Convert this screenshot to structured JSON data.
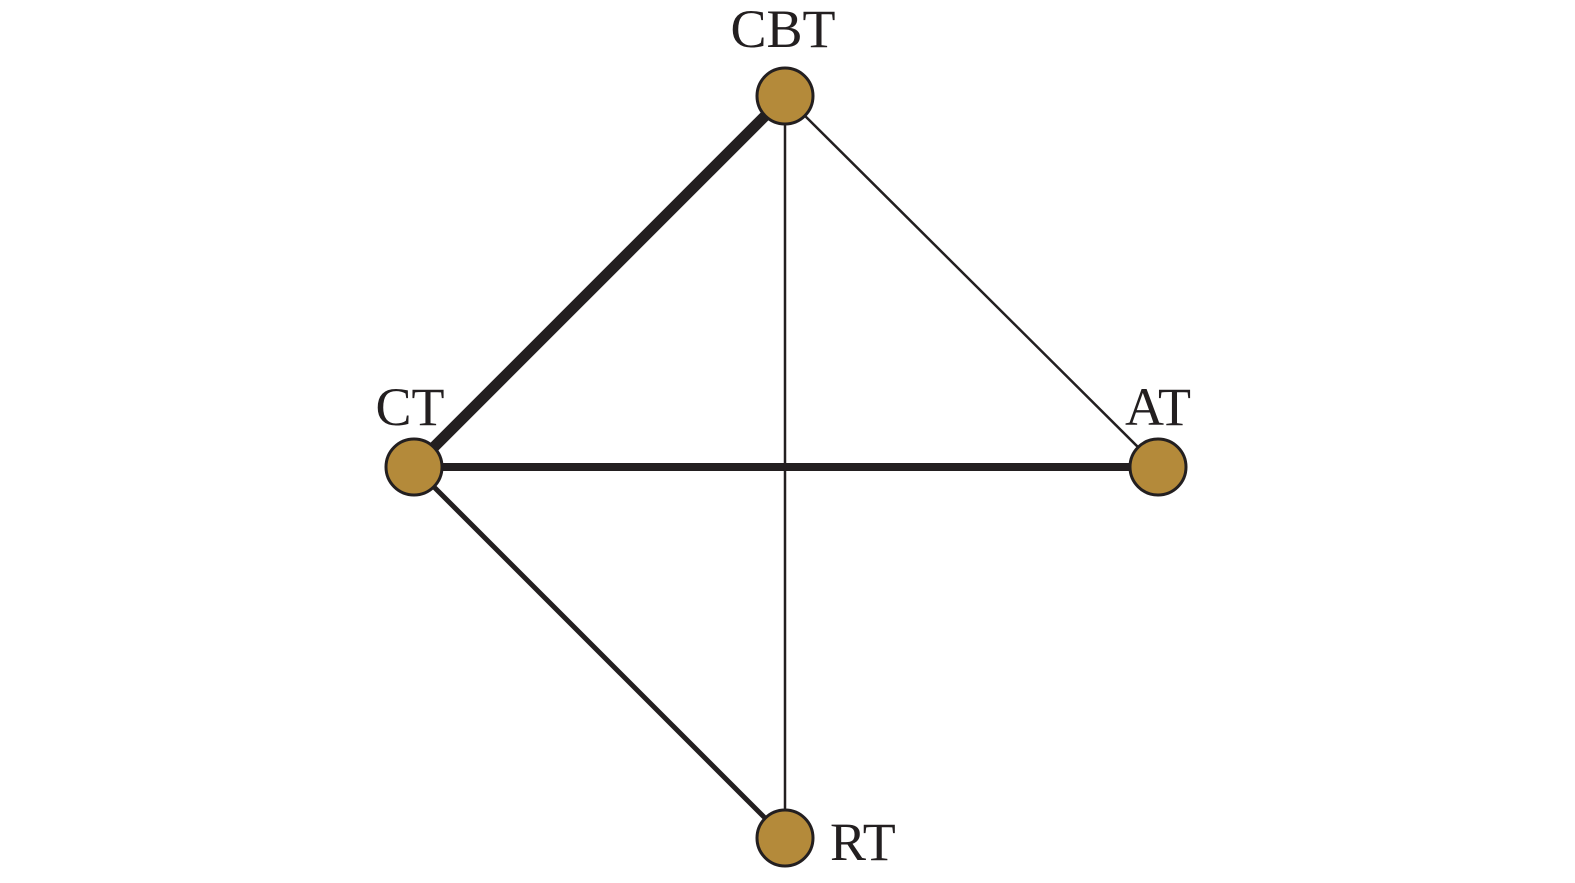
{
  "colors": {
    "node_fill": "#b48a3a",
    "edge": "#231f20",
    "text": "#231f20"
  },
  "nodes": [
    {
      "id": "CBT",
      "label": "CBT"
    },
    {
      "id": "CT",
      "label": "CT"
    },
    {
      "id": "AT",
      "label": "AT"
    },
    {
      "id": "RT",
      "label": "RT"
    }
  ],
  "edges": [
    {
      "source": "CBT",
      "target": "CT",
      "weight": "thick"
    },
    {
      "source": "CT",
      "target": "AT",
      "weight": "medium"
    },
    {
      "source": "CT",
      "target": "RT",
      "weight": "medium-thin"
    },
    {
      "source": "CBT",
      "target": "AT",
      "weight": "thin"
    },
    {
      "source": "CBT",
      "target": "RT",
      "weight": "thin"
    }
  ]
}
